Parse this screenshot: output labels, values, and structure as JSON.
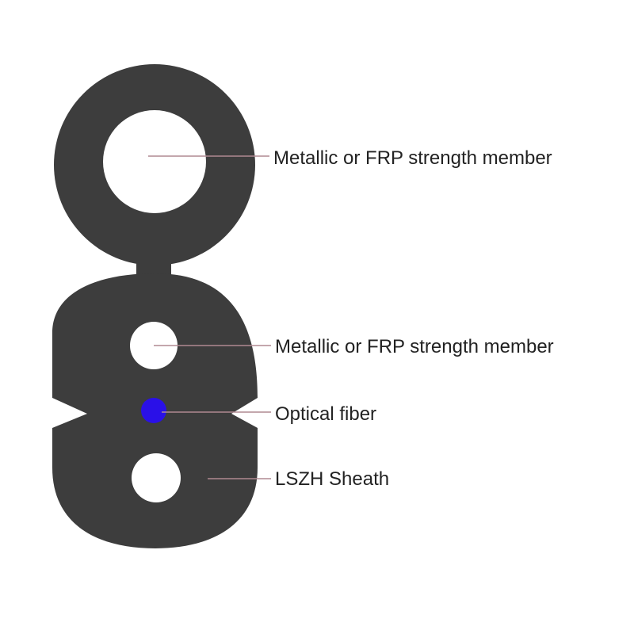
{
  "labels": {
    "top_strength_member": "Metallic or FRP strength member",
    "inner_strength_member": "Metallic or FRP strength member",
    "optical_fiber": "Optical fiber",
    "sheath": "LSZH Sheath"
  },
  "colors": {
    "sheath": "#3d3d3d",
    "fiber": "#2a10e8",
    "leader_line": "#b08a92",
    "text": "#222222",
    "background": "#ffffff"
  }
}
